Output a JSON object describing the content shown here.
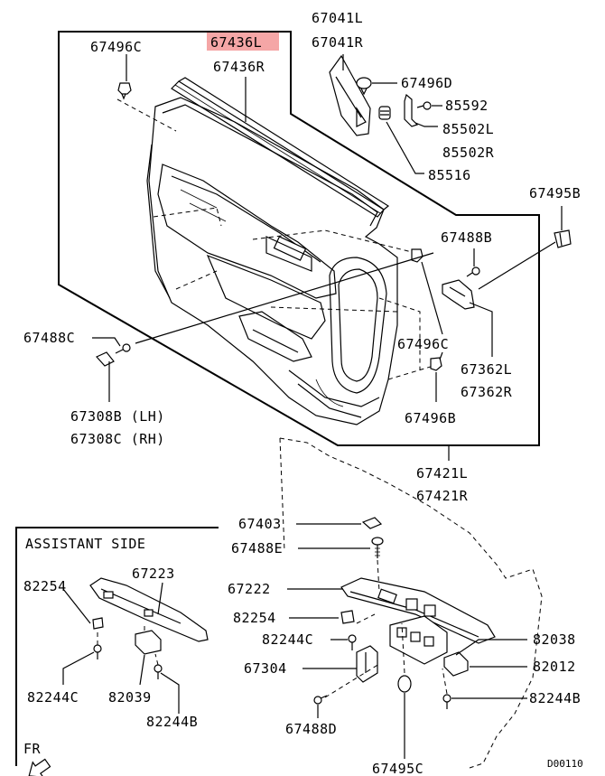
{
  "labels": {
    "p67496C_top": "67496C",
    "p67436L": "67436L",
    "p67436R": "67436R",
    "p67041L": "67041L",
    "p67041R": "67041R",
    "p67496D": "67496D",
    "p85592": "85592",
    "p85502L": "85502L",
    "p85502R": "85502R",
    "p85516": "85516",
    "p67495B": "67495B",
    "p67488B": "67488B",
    "p67488C": "67488C",
    "p67308B": "67308B (LH)",
    "p67308C": "67308C (RH)",
    "p67496C_mid": "67496C",
    "p67362L": "67362L",
    "p67362R": "67362R",
    "p67496B": "67496B",
    "p67421L": "67421L",
    "p67421R": "67421R",
    "assistant_side": "ASSISTANT SIDE",
    "p82254_a": "82254",
    "p67223": "67223",
    "p82244C_a": "82244C",
    "p82039": "82039",
    "p82244B_a": "82244B",
    "p67403": "67403",
    "p67488E": "67488E",
    "p67222": "67222",
    "p82254_b": "82254",
    "p82244C_b": "82244C",
    "p67304": "67304",
    "p67488D": "67488D",
    "p67495C": "67495C",
    "p82038": "82038",
    "p82012": "82012",
    "p82244B_b": "82244B",
    "fr": "FR",
    "diagram_id": "D00110"
  },
  "colors": {
    "highlight": "#f5a6a6",
    "line": "#000000",
    "background": "#ffffff"
  }
}
